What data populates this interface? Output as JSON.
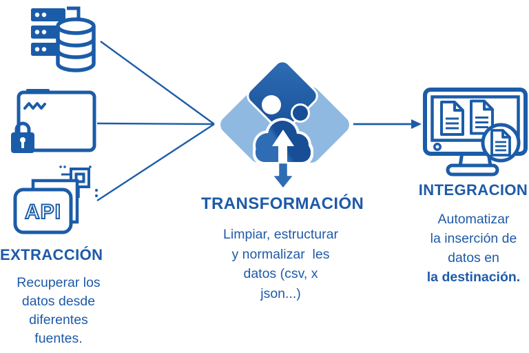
{
  "palette": {
    "background": "#ffffff",
    "icon_blue": "#1b5ca8",
    "dark_blue": "#1d55a5",
    "light_blue": "#8fb9e1",
    "cloud_light": "#2e6db4",
    "cloud_dark": "#174e96",
    "text_blue": "#1e5aa8"
  },
  "diagram": {
    "type": "etl-process-flow",
    "stages": {
      "extraction": {
        "heading": "EXTRACCIÓN",
        "description_lines": [
          "Recuperar los",
          "datos desde",
          "diferentes",
          "fuentes."
        ],
        "icons": [
          "database-server-icon",
          "locked-folder-icon",
          "api-icon"
        ],
        "api_label": "API"
      },
      "transformation": {
        "heading": "TRANSFORMACIÓN",
        "description_lines": [
          "Limpiar, estructurar",
          "y normalizar  les",
          "datos (csv, x",
          "json...)"
        ],
        "icons": [
          "puzzle-pieces-icon",
          "cloud-sync-arrows-icon"
        ]
      },
      "integration": {
        "heading": "INTEGRACION",
        "description_lines": [
          "Automatizar",
          "la inserción de",
          "datos en"
        ],
        "description_bold_line": "la destinación.",
        "icons": [
          "monitor-documents-icon",
          "document-badge-icon"
        ]
      }
    },
    "connectors": {
      "fan_in_lines": 3,
      "output_arrow": 1
    }
  }
}
